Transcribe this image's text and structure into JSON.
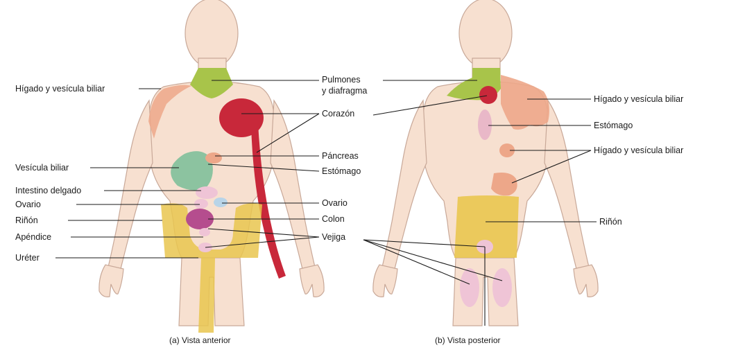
{
  "anterior": {
    "caption": "(a) Vista anterior",
    "labels": {
      "higado_vesicula": "Hígado y vesícula biliar",
      "pulmones_l1": "Pulmones",
      "pulmones_l2": "y diafragma",
      "corazon": "Corazón",
      "pancreas": "Páncreas",
      "estomago": "Estómago",
      "vesicula_biliar": "Vesícula biliar",
      "intestino_delgado": "Intestino delgado",
      "ovario_left": "Ovario",
      "ovario_right": "Ovario",
      "rinon": "Riñón",
      "colon": "Colon",
      "apendice": "Apéndice",
      "vejiga": "Vejiga",
      "ureter": "Uréter"
    }
  },
  "posterior": {
    "caption": "(b) Vista posterior",
    "labels": {
      "higado_vesicula_top": "Hígado y vesícula biliar",
      "estomago": "Estómago",
      "higado_vesicula_mid": "Hígado y vesícula biliar",
      "rinon": "Riñón"
    }
  },
  "colors": {
    "skin": "#f5dccb",
    "skin_outline": "#c8a898",
    "lungs": "#a8c44a",
    "heart": "#c8283a",
    "liver": "#eda789",
    "stomach": "#e9b8c8",
    "gallbladder": "#8cc3a0",
    "kidney_ureter": "#e9c64f",
    "ovary": "#b8d4e8",
    "colon": "#b54d8e",
    "bladder": "#efc4d6"
  }
}
